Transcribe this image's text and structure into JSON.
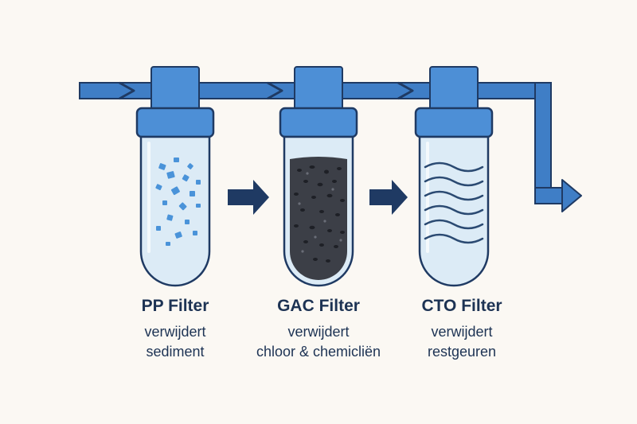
{
  "filters": [
    {
      "name": "PP Filter",
      "desc_line1": "verwijdert",
      "desc_line2": "sediment",
      "media": "sediment-particles",
      "housing_color": "#dcebf6",
      "media_color": "#4a93d9"
    },
    {
      "name": "GAC Filter",
      "desc_line1": "verwijdert",
      "desc_line2": "chloor & chemicliën",
      "media": "activated-carbon-granules",
      "housing_color": "#dcebf6",
      "media_color": "#3c3f47"
    },
    {
      "name": "CTO Filter",
      "desc_line1": "verwijdert",
      "desc_line2": "restgeuren",
      "media": "carbon-block-waves",
      "housing_color": "#dcebf6",
      "media_color": "#2b4a72"
    }
  ],
  "colors": {
    "pipe": "#3f7ec6",
    "cap": "#4d8fd6",
    "outline": "#1f3a63",
    "arrow": "#1f3a63",
    "background": "#fbf8f3"
  },
  "icons": {
    "flow_arrow": "right-arrow-icon",
    "outlet_arrow": "outlet-arrow-icon"
  }
}
